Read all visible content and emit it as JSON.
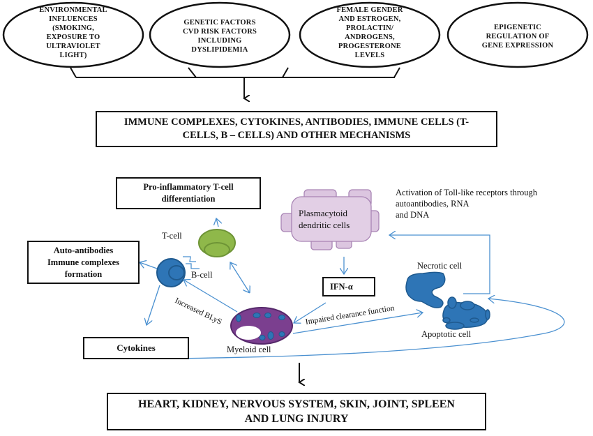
{
  "factors": [
    {
      "id": "environmental",
      "lines": [
        "ENVIRONMENTAL",
        "INFLUENCES",
        "(SMOKING,",
        "EXPOSURE TO",
        "ULTRAVIOLET",
        "LIGHT)"
      ]
    },
    {
      "id": "genetic",
      "lines": [
        "GENETIC FACTORS",
        "CVD RISK FACTORS",
        "INCLUDING",
        "DYSLIPIDEMIA"
      ]
    },
    {
      "id": "hormonal",
      "lines": [
        "FEMALE GENDER",
        "AND ESTROGEN,",
        "PROLACTIN/",
        "ANDROGENS,",
        "PROGESTERONE",
        "LEVELS"
      ]
    },
    {
      "id": "epigenetic",
      "lines": [
        "EPIGENETIC",
        "REGULATION OF",
        "GENE EXPRESSION"
      ]
    }
  ],
  "mechanisms_box": {
    "line1": "IMMUNE COMPLEXES, CYTOKINES, ANTIBODIES, IMMUNE CELLS (T-",
    "line2": "CELLS, B – CELLS) AND OTHER MECHANISMS"
  },
  "outcome_box": {
    "line1": "HEART, KIDNEY, NERVOUS SYSTEM, SKIN, JOINT, SPLEEN",
    "line2": "AND LUNG INJURY"
  },
  "boxes": {
    "tcell_diff": {
      "line1": "Pro-inflammatory  T-cell",
      "line2": "differentiation"
    },
    "autoantibodies": {
      "line1": "Auto-antibodies",
      "line2": "Immune  complexes",
      "line3": "formation"
    },
    "cytokines": "Cytokines",
    "ifn": "IFN-α"
  },
  "cells": {
    "tcell": "T-cell",
    "bcell": "B-cell",
    "myeloid": "Myeloid  cell",
    "pdc": {
      "line1": "Plasmacytoid",
      "line2": "dendritic   cells"
    },
    "necrotic": "Necrotic  cell",
    "apoptotic": "Apoptotic  cell"
  },
  "annotations": {
    "blys": "Increased BLyS",
    "clearance": "Impaired clearance function",
    "toll": {
      "line1": "Activation  of Toll-like  receptors through",
      "line2": "autoantibodies,  RNA",
      "line3": "and DNA"
    }
  },
  "colors": {
    "arrow_blue": "#4a90d0",
    "bcell_blue": "#2e75b6",
    "tcell_green": "#8fb84a",
    "myeloid_purple": "#7b3f8f",
    "pdc_lilac": "#dcc6e0"
  }
}
